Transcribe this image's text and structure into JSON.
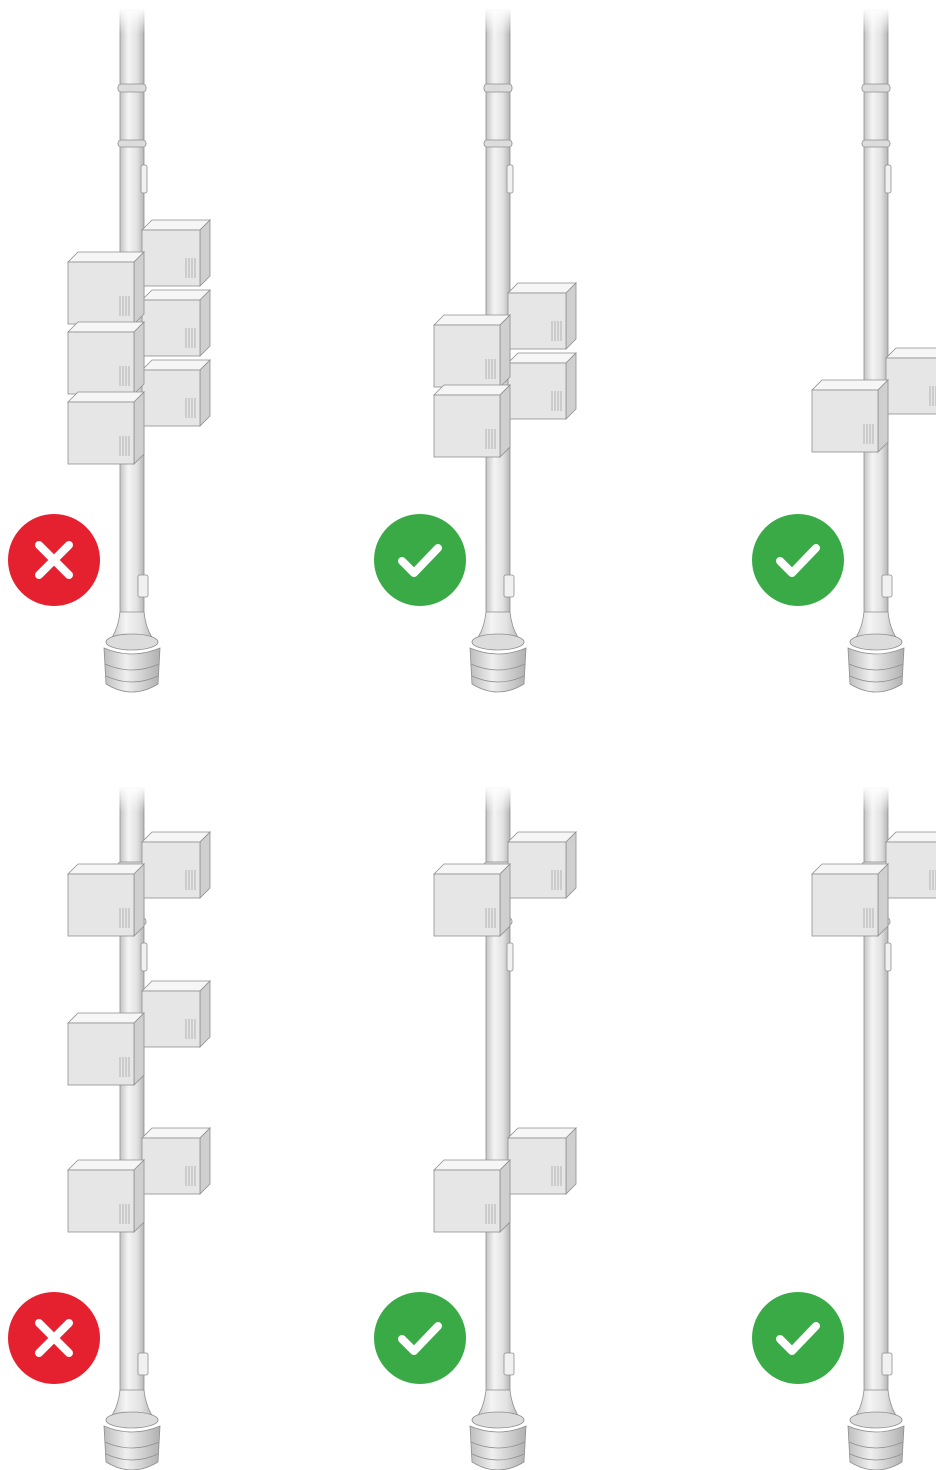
{
  "colors": {
    "background": "#ffffff",
    "pole_light": "#f1f1f1",
    "pole_mid": "#dcdcdc",
    "pole_dark": "#b9b9b9",
    "outline": "#8f8f8f",
    "bad": "#e5202f",
    "good": "#3aaa47",
    "mark": "#ffffff"
  },
  "panels": [
    {
      "row": 1,
      "column": 1,
      "status": "bad",
      "icon": "x-mark-icon",
      "front_cabinets": 3,
      "back_cabinets": 3,
      "arrangement": "stacked"
    },
    {
      "row": 1,
      "column": 2,
      "status": "good",
      "icon": "check-mark-icon",
      "front_cabinets": 2,
      "back_cabinets": 2,
      "arrangement": "stacked"
    },
    {
      "row": 1,
      "column": 3,
      "status": "good",
      "icon": "check-mark-icon",
      "front_cabinets": 1,
      "back_cabinets": 1,
      "arrangement": "stacked"
    },
    {
      "row": 2,
      "column": 1,
      "status": "bad",
      "icon": "x-mark-icon",
      "front_cabinets": 3,
      "back_cabinets": 3,
      "arrangement": "spread"
    },
    {
      "row": 2,
      "column": 2,
      "status": "good",
      "icon": "check-mark-icon",
      "front_cabinets": 2,
      "back_cabinets": 2,
      "arrangement": "spread"
    },
    {
      "row": 2,
      "column": 3,
      "status": "good",
      "icon": "check-mark-icon",
      "front_cabinets": 1,
      "back_cabinets": 1,
      "arrangement": "top"
    }
  ]
}
